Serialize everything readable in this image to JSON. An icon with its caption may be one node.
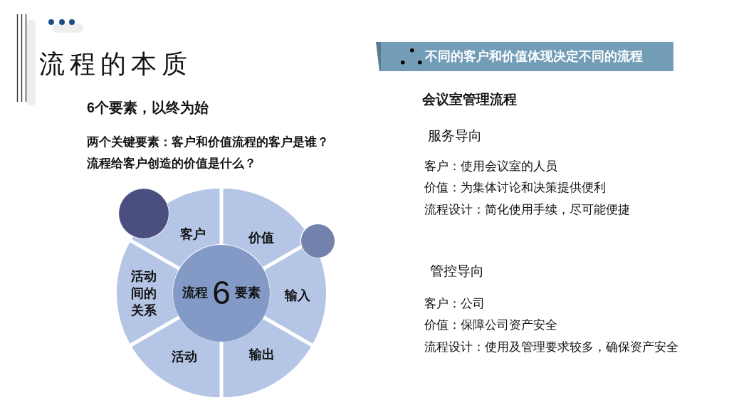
{
  "diagram": {
    "title": "流程的本质",
    "nodes": [
      {
        "text": [
          "客户"
        ]
      },
      {
        "text": [
          "价值"
        ]
      },
      {
        "text": [
          "输入"
        ]
      },
      {
        "text": [
          "输出"
        ]
      },
      {
        "text": [
          "活动"
        ]
      },
      {
        "text": [
          "活动间的关系"
        ]
      },
      {
        "text": [
          "流程",
          "6",
          "要素"
        ]
      },
      {
        "text": [
          "不同的客户和价值体现决定不同的流程"
        ]
      }
    ],
    "labels": [
      "6个要素，以终为始",
      "两个关键要素：客户和价值流程的客户是谁？",
      "流程给客户创造的价值是什么？",
      "会议室管理流程",
      "服务导向",
      "客户：使用会议室的人员",
      "价值：为集体讨论和决策提供便利",
      "流程设计：简化使用手续，尽可能便捷",
      "管控导向",
      "客户：公司",
      "价值：保障公司资产安全",
      "流程设计：使用及管理要求较多，确保资产安全"
    ]
  }
}
